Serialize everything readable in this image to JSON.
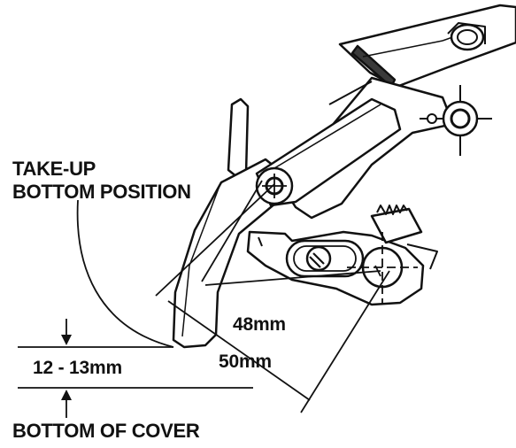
{
  "labels": {
    "take_up_line1": "TAKE-UP",
    "take_up_line2": "BOTTOM POSITION",
    "dim_48": "48mm",
    "dim_50": "50mm",
    "dim_12_13": "12 - 13mm",
    "bottom_cover": "BOTTOM OF COVER"
  },
  "colors": {
    "ink": "#111111",
    "fill": "#ffffff",
    "shade": "#3a3a3a"
  }
}
